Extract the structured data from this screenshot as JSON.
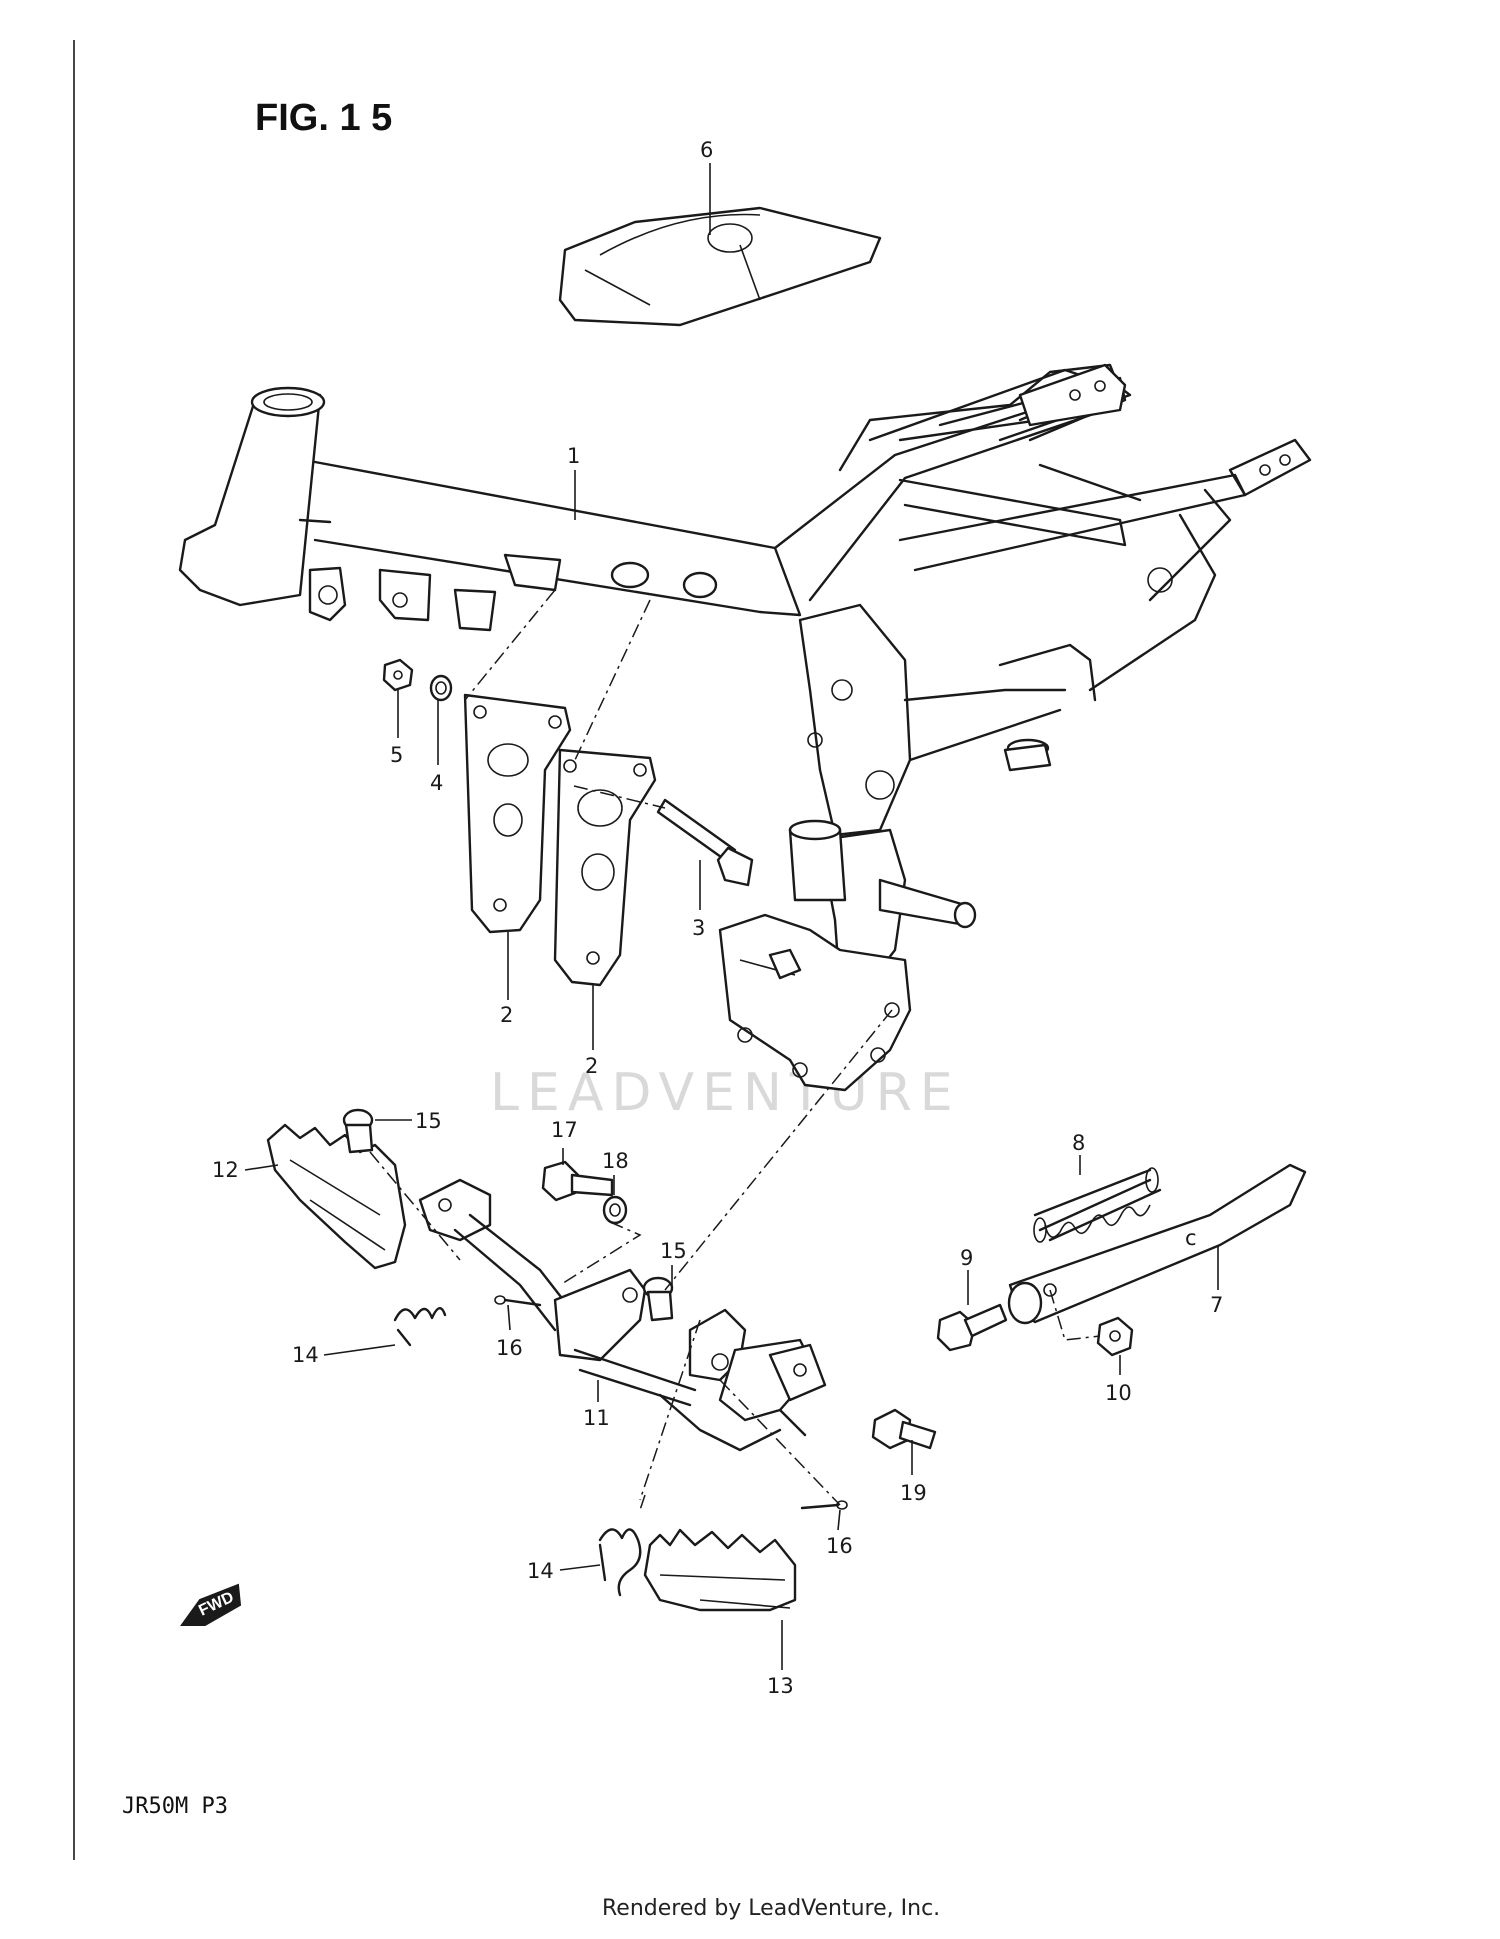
{
  "figure": {
    "title": "FIG. 1 5",
    "model_code": "JR50M P3",
    "footer": "Rendered by LeadVenture, Inc.",
    "watermark": "LEADVENTURE",
    "direction_marker": "FWD"
  },
  "callouts": [
    {
      "id": "c1",
      "label": "1"
    },
    {
      "id": "c2a",
      "label": "2"
    },
    {
      "id": "c2b",
      "label": "2"
    },
    {
      "id": "c3",
      "label": "3"
    },
    {
      "id": "c4",
      "label": "4"
    },
    {
      "id": "c5",
      "label": "5"
    },
    {
      "id": "c6",
      "label": "6"
    },
    {
      "id": "c7",
      "label": "7"
    },
    {
      "id": "c8",
      "label": "8"
    },
    {
      "id": "c9",
      "label": "9"
    },
    {
      "id": "c10",
      "label": "10"
    },
    {
      "id": "c11",
      "label": "11"
    },
    {
      "id": "c12",
      "label": "12"
    },
    {
      "id": "c13",
      "label": "13"
    },
    {
      "id": "c14a",
      "label": "14"
    },
    {
      "id": "c14b",
      "label": "14"
    },
    {
      "id": "c15a",
      "label": "15"
    },
    {
      "id": "c15b",
      "label": "15"
    },
    {
      "id": "c16a",
      "label": "16"
    },
    {
      "id": "c16b",
      "label": "16"
    },
    {
      "id": "c17",
      "label": "17"
    },
    {
      "id": "c18",
      "label": "18"
    },
    {
      "id": "c19",
      "label": "19"
    }
  ]
}
